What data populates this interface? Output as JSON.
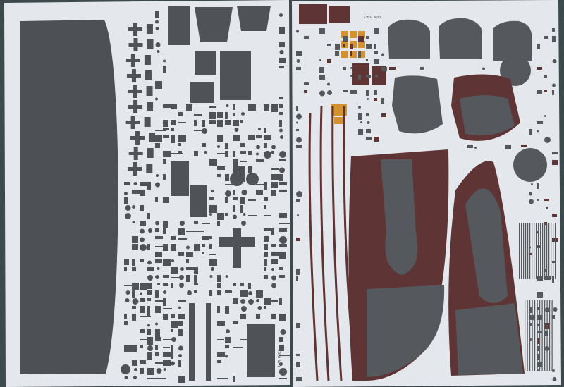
{
  "scene": {
    "background_color": "#3c4a4e",
    "sheets": [
      {
        "name": "left-sheet",
        "paper_color": "#e4e8ec",
        "label": "GPM 0363",
        "parts_color": "#4f5357",
        "big_panel_color": "#4d5155"
      },
      {
        "name": "right-sheet",
        "paper_color": "#e4e8ec",
        "label": "GPM 0363",
        "parts_color": "#55595d",
        "hull_color": "#5e3434",
        "orange_color": "#d4922e"
      }
    ]
  }
}
